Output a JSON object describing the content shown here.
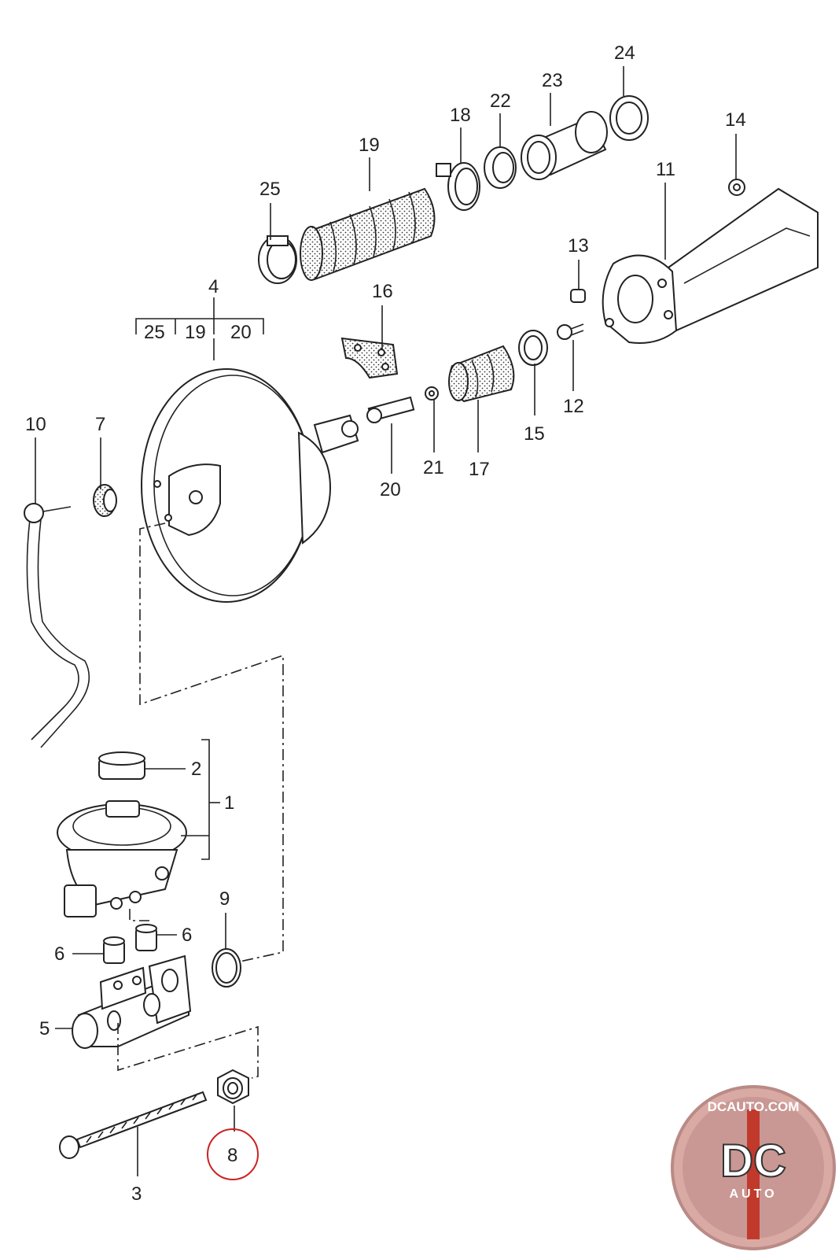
{
  "callouts": {
    "c1": "1",
    "c2": "2",
    "c3": "3",
    "c4": "4",
    "c5": "5",
    "c6a": "6",
    "c6b": "6",
    "c7": "7",
    "c8": "8",
    "c9": "9",
    "c10": "10",
    "c11": "11",
    "c12": "12",
    "c13": "13",
    "c14": "14",
    "c15": "15",
    "c16": "16",
    "c17": "17",
    "c18": "18",
    "c19": "19",
    "c20": "20",
    "c21": "21",
    "c22": "22",
    "c23": "23",
    "c24": "24",
    "c25": "25"
  },
  "kit_4_parts": [
    "25",
    "19",
    "20"
  ],
  "highlight": {
    "callout": "8",
    "color": "#cc2222"
  },
  "logo": {
    "domain": "DCAUTO.COM",
    "mark": "DC",
    "sub": "AUTO",
    "accent": "#c0392b"
  }
}
